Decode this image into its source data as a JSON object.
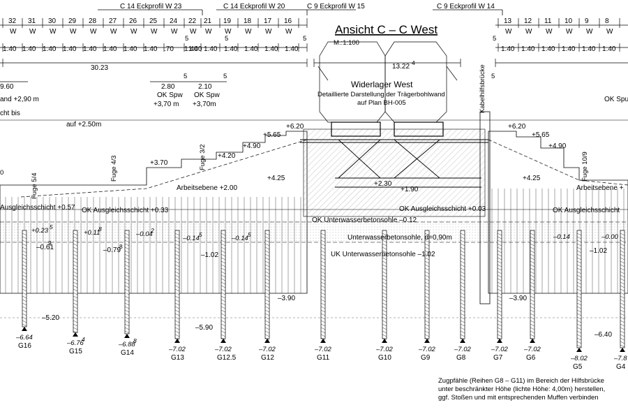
{
  "header": {
    "profiles": [
      "C 14 Eckprofil W 23",
      "C 14 Eckprofil W 20",
      "C 9 Eckprofil W 15",
      "C 9 Eckprofil W 14"
    ],
    "w_numbers_left": [
      "32",
      "31",
      "30",
      "29",
      "28",
      "27",
      "26",
      "25",
      "24",
      "22",
      "21",
      "19",
      "18",
      "17",
      "16"
    ],
    "w_numbers_right": [
      "13",
      "12",
      "11",
      "10",
      "9",
      "8"
    ],
    "w_letter": "W",
    "spacing_left": [
      "1.40",
      "1.40",
      "1.40",
      "1.40",
      "1.40",
      "1.40",
      "1.40",
      "1.40",
      ".70",
      "1.40",
      "1.40",
      "1.40",
      "1.40",
      "1.40",
      "1.40",
      "1.40"
    ],
    "spacing_right": [
      "1.40",
      "1.40",
      "1.40",
      "1.40",
      "1.40",
      "1.40"
    ],
    "five": "5",
    "dim_left_total": "30.23",
    "dim_mid_total": "13.22",
    "dim_mid_sup": "4",
    "dim_280": "2.80",
    "dim_210": "2.10",
    "dim_60": "9.60"
  },
  "title": {
    "main": "Ansicht C – C West",
    "scale": "M.:1:100",
    "sub1": "Widerlager West",
    "sub2": "Detaillierte Darstellung der Trägerbohlwand",
    "sub3": "auf Plan BH-005"
  },
  "labels": {
    "wand": "and +2,90 m",
    "cht_bis": "cht bis",
    "auf": "auf +2.50m",
    "okspw1": "OK Spw",
    "okspw1_val": "+3,70 m",
    "okspw2": "OK Spw",
    "okspw2_val": "+3,70m",
    "okspu": "OK Spu",
    "kabel": "Kabelhilfsbrücke",
    "fuge54": "Fuge 5/4",
    "fuge43": "Fuge 4/3",
    "fuge32": "Fuge 3/2",
    "fuge109": "Fuge 10/9",
    "arb_left": "Arbeitsebene +2.00",
    "arb_right": "Arbeitsebene +",
    "ok_aus_left": "Ausgleichsschicht +0.57",
    "ok_aus_mid": "OK Ausgleichsschicht +0.33",
    "ok_aus_right1": "OK Ausgleichsschicht +0.03",
    "ok_aus_right2": "OK Ausgleichsschicht",
    "ok_uw": "OK Unterwasserbetonsohle –0.12",
    "uw": "Unterwasserbetonsohle, d=0,90m",
    "uk_uw": "UK Unterwasserbetonsohle –1.02",
    "zero": "0"
  },
  "elevations": {
    "e370": "+3.70",
    "e420": "+4.20",
    "e490": "+4.90",
    "e565": "+5.65",
    "e620": "+6.20",
    "e425": "+4.25",
    "e230": "+2.30",
    "e190": "+1.90",
    "r620": "+6.20",
    "r565": "+5.65",
    "r490": "+4.90",
    "r425": "+4.25",
    "b023": "+0.23",
    "b023s": "5",
    "b011": "+0.11",
    "b011s": "8",
    "b004": "–0.04",
    "b004s": "2",
    "b014a": "–0.14",
    "b014as": "5",
    "b014b": "–0.14",
    "b014bs": "5",
    "b014c": "–0.14",
    "b000": "–0.00",
    "b061": "–0.61",
    "b061s": "9",
    "b079": "–0.79",
    "b079s": "8",
    "b102a": "–1.02",
    "b102b": "–1.02",
    "b390a": "–3.90",
    "b390b": "–3.90",
    "b520": "–5.20",
    "b590": "–5.90",
    "b640": "–6.40"
  },
  "piles": [
    {
      "name": "G16",
      "elev": "–6.64"
    },
    {
      "name": "G15",
      "elev": "–6.76",
      "sup": "4"
    },
    {
      "name": "G14",
      "elev": "–6.88",
      "sup": "8"
    },
    {
      "name": "G13",
      "elev": "–7.02"
    },
    {
      "name": "G12.5",
      "elev": "–7.02"
    },
    {
      "name": "G12",
      "elev": "–7.02"
    },
    {
      "name": "G11",
      "elev": "–7.02"
    },
    {
      "name": "G10",
      "elev": "–7.02"
    },
    {
      "name": "G9",
      "elev": "–7.02"
    },
    {
      "name": "G8",
      "elev": "–7.02"
    },
    {
      "name": "G7",
      "elev": "–7.02"
    },
    {
      "name": "G6",
      "elev": "–7.02"
    },
    {
      "name": "G5",
      "elev": "–8.02"
    },
    {
      "name": "G4",
      "elev": "–7.8"
    }
  ],
  "note": {
    "line1": "Zugpfähle (Reihen G8 – G11) im Bereich der Hilfsbrücke",
    "line2": "unter beschränkter Höhe (lichte Höhe: 4,00m) herstellen,",
    "line3": "ggf. Stoßen und mit entsprechenden Muffen verbinden"
  }
}
